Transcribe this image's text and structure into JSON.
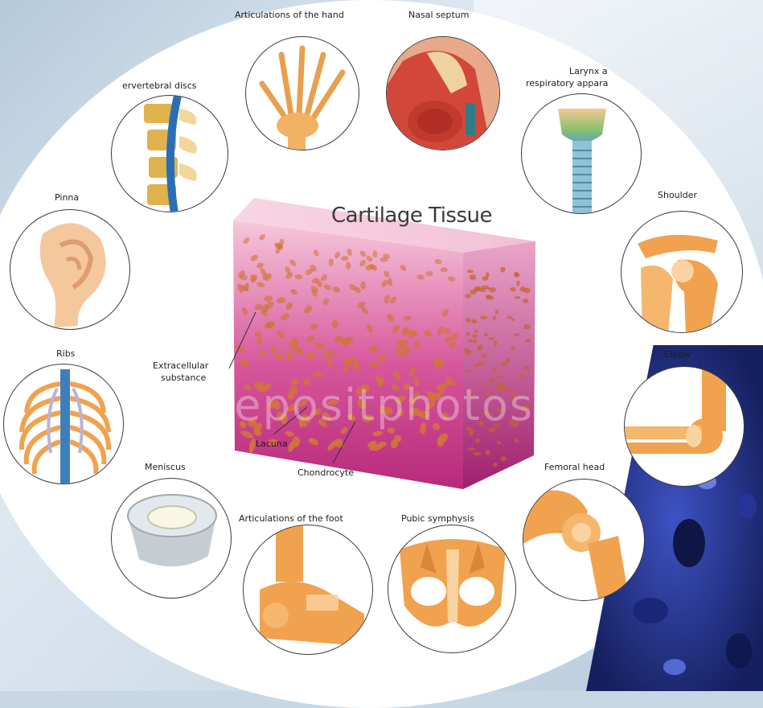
{
  "title": "Cartilage Tissue",
  "structures": {
    "extracellular": "Extracellular",
    "substance": "substance",
    "lacuna": "Lacuna",
    "chondrocyte": "Chondrocyte"
  },
  "locations": {
    "hand": "Articulations of the hand",
    "nasal": "Nasal septum",
    "larynx_line1": "Larynx a",
    "larynx_line2": "respiratory appara",
    "intervertebral": "ervertebral discs",
    "pinna": "Pinna",
    "shoulder": "Shoulder",
    "ribs": "Ribs",
    "elbow": "Elbow",
    "meniscus": "Meniscus",
    "femoral": "Femoral head",
    "foot": "Articulations of the foot",
    "pubic": "Pubic symphysis"
  },
  "watermark": "depositphotos",
  "colors": {
    "bone": "#f0a24f",
    "bone_light": "#fbd3a1",
    "tissue_pink": "#d94c94",
    "cell": "#d1743a",
    "outline": "#3a3a3a",
    "micro_blue": "#2d3fa6"
  }
}
